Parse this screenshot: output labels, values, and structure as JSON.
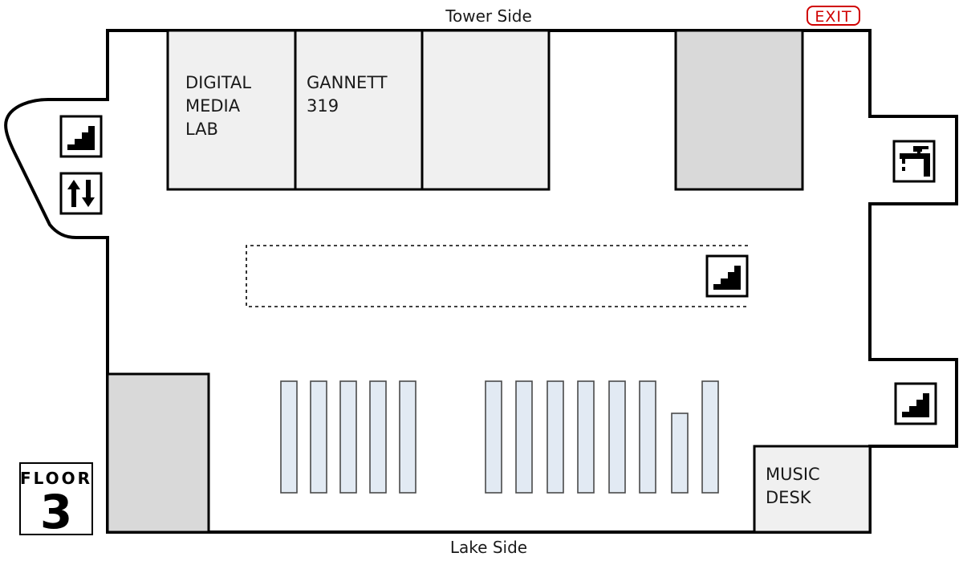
{
  "map": {
    "top_side_label": "Tower Side",
    "bottom_side_label": "Lake Side",
    "exit_label": "EXIT",
    "floor_badge": {
      "label": "FLOOR",
      "number": "3"
    },
    "rooms": {
      "digital_media_lab": [
        "DIGITAL",
        "MEDIA",
        "LAB"
      ],
      "gannett_319": [
        "GANNETT",
        "319"
      ],
      "music_desk": [
        "MUSIC",
        "DESK"
      ]
    },
    "icons": [
      "stairs-icon",
      "elevator-icon",
      "restroom-sink-icon"
    ],
    "colors": {
      "room_fill": "#f0f0f0",
      "restricted_fill": "#d9d9d9",
      "shelf_fill": "#e2eaf3",
      "exit_red": "#d00000"
    }
  }
}
